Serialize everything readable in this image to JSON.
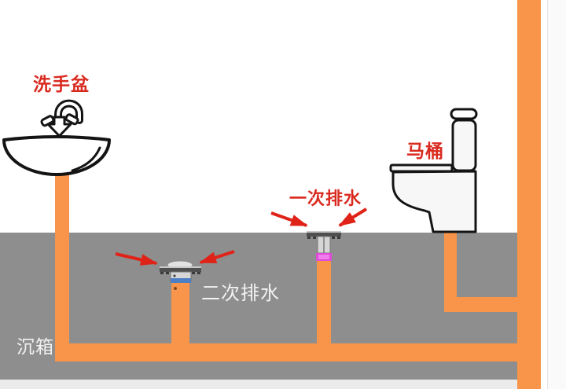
{
  "labels": {
    "sink": "洗手盆",
    "toilet": "马桶",
    "primary_drain": "一次排水",
    "secondary_drain": "二次排水",
    "caisson": "沉箱"
  },
  "colors": {
    "pipe_orange": "#F8954A",
    "floor_gray": "#8E8E8E",
    "slab_light": "#EBEBEB",
    "side_panel": "#FAFAFA",
    "label_red": "#D92A20",
    "arrow_red": "#E02318",
    "label_white": "#F2F2F2",
    "drain_ring_magenta": "#DD4BD9",
    "drain_ring_magenta_core": "#F27CEC",
    "drain_ring_blue": "#4D7FC4",
    "drain_metal": "#D6D6D6",
    "drain_flange_dark": "#4F4F4F",
    "drain_flange_highlight": "#C9C9C9"
  }
}
